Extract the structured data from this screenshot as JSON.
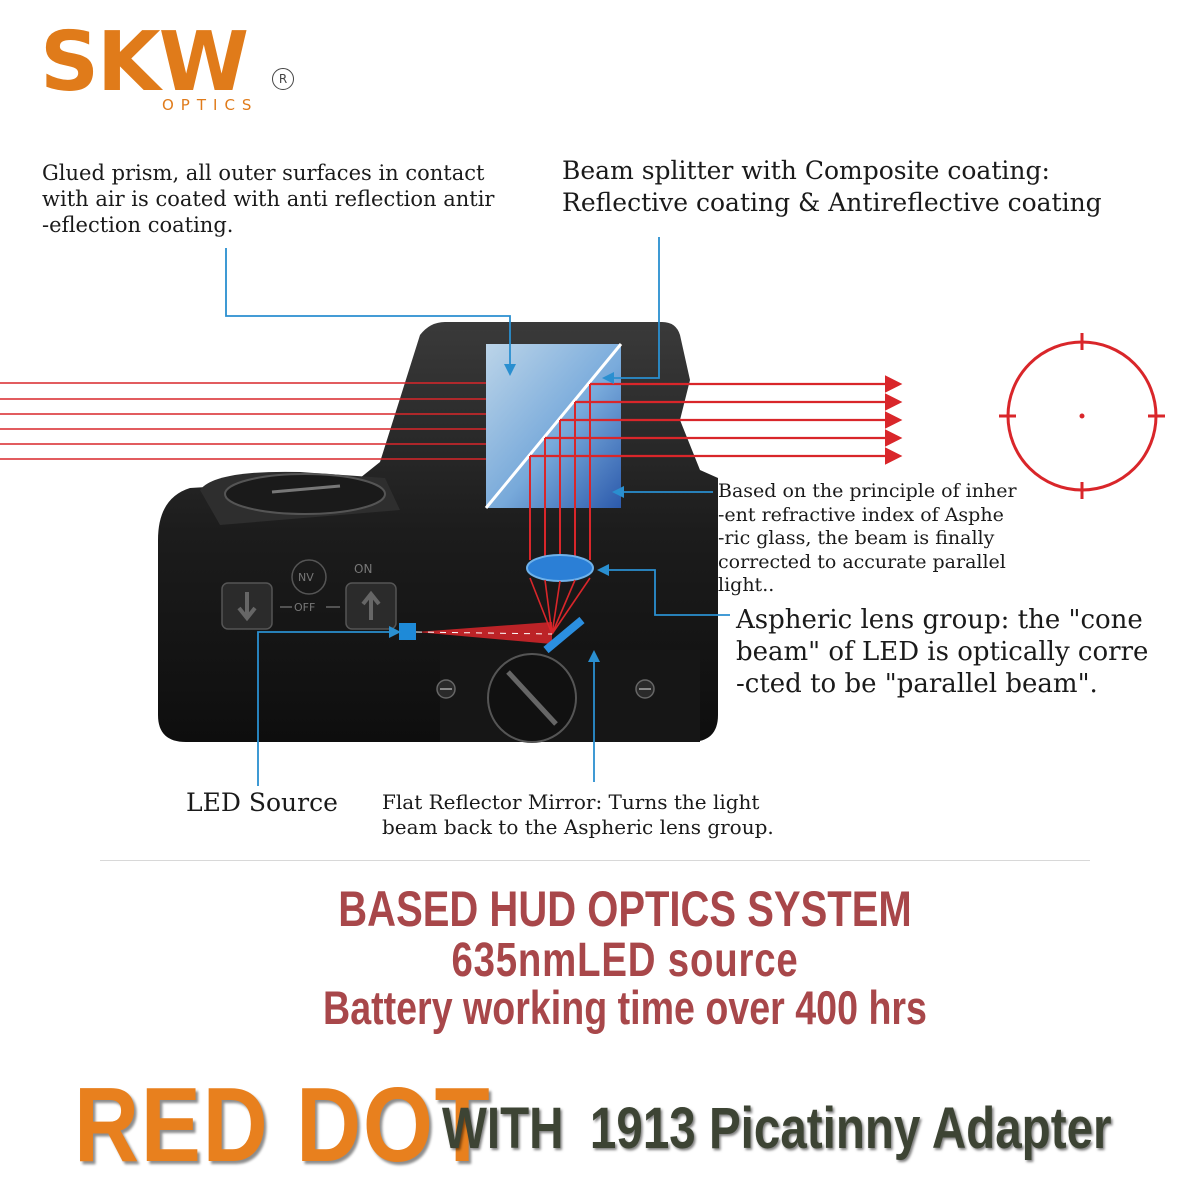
{
  "logo": {
    "brand": "SKW",
    "registered": "R",
    "sub": "OPTICS"
  },
  "callouts": {
    "glued_prism": "Glued prism, all  outer surfaces in contact\nwith air is coated with anti reflection antir\n-eflection coating.",
    "beam_splitter": "Beam splitter with Composite coating:\nReflective coating & Antireflective coating",
    "refractive": "Based on the principle of inher\n-ent refractive index of Asphe\n-ric glass,  the beam is finally\ncorrected to accurate parallel\nlight..",
    "aspheric": "Aspheric lens group: the \"cone\nbeam\" of LED is optically corre\n-cted to be \"parallel beam\".",
    "led_source": "LED Source",
    "flat_reflector": "Flat Reflector Mirror: Turns the light\n beam back to the Aspheric lens group."
  },
  "device_labels": {
    "nv": "NV",
    "on": "ON",
    "off": "OFF"
  },
  "headline": {
    "line1": "BASED HUD OPTICS SYSTEM",
    "line2": "635nmLED source",
    "line3": "Battery working time over 400 hrs"
  },
  "bottom": {
    "red_dot": "RED DOT",
    "with_text": "WITH  1913 Picatinny Adapter"
  },
  "colors": {
    "logo_orange": "#e07b1a",
    "beam_red": "#d9262a",
    "callout_blue": "#2a8fd0",
    "headline": "#a8474a",
    "red_dot": "#e8801e",
    "with_text": "#3d4434"
  }
}
